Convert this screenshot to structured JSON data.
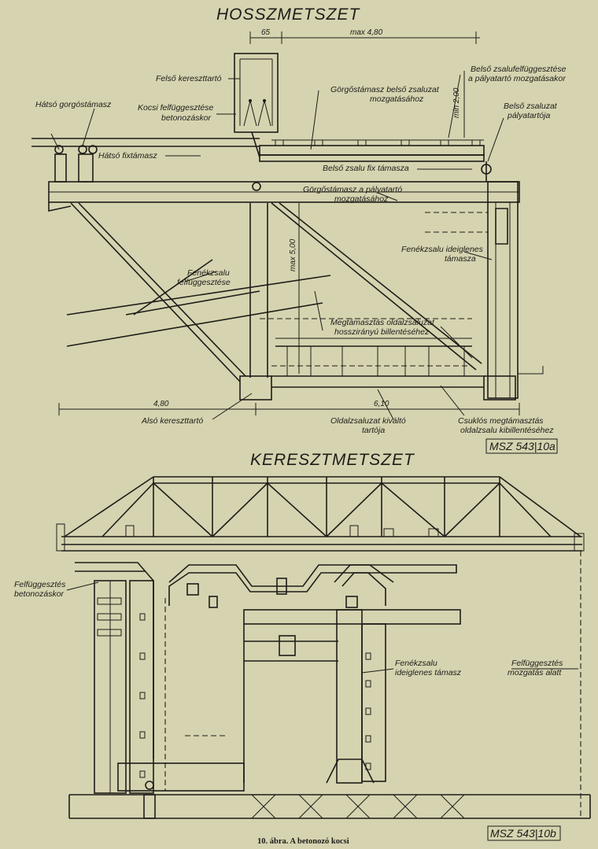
{
  "titles": {
    "longitudinal": "HOSSZMETSZET",
    "cross": "KERESZTMETSZET"
  },
  "dimensions": {
    "d65": "65",
    "max480": "max 4,80",
    "min200": "min 2,00",
    "max500": "max 5,00",
    "d480": "4,80",
    "d610": "6,10"
  },
  "labels_long": {
    "felso_kereszttarto": "Felső kereszttartó",
    "hatso_gorgostamasz": "Hátsó gorgóstámasz",
    "kocsi_felfuggesztese_1": "Kocsi felfüggesztése",
    "kocsi_felfuggesztese_2": "betonozáskor",
    "gorgos_belso_1": "Görgőstámasz belső zsaluzat",
    "gorgos_belso_2": "mozgatásához",
    "belso_zsalufelf_1": "Belső zsalufelfüggesztése",
    "belso_zsalufelf_2": "a pályatartó mozgatásakor",
    "belso_zsaluzat_1": "Belső zsaluzat",
    "belso_zsaluzat_2": "pályatartója",
    "hatso_fixtamasz": "Hátsó fixtámasz",
    "belso_zsalu_fix": "Belső zsalu fix támasza",
    "gorgos_palya_1": "Görgőstámasz a pályatartó",
    "gorgos_palya_2": "mozgatásához",
    "fenek_ideigl_1": "Fenékzsalu ideiglenes",
    "fenek_ideigl_2": "támasza",
    "fenek_felf_1": "Fenékzsalu",
    "fenek_felf_2": "felfüggesztése",
    "megtamasztas_1": "Megtámasztás oldalzsaluzat",
    "megtamasztas_2": "hosszirányú billentéséhez",
    "also_kereszttarto": "Alsó kereszttartó",
    "oldalzsaluzat_1": "Oldalzsaluzat kiváltó",
    "oldalzsaluzat_2": "tartója",
    "csuklos_1": "Csuklós megtámasztás",
    "csuklos_2": "oldalzsalu kibillentéséhez",
    "std_a": "MSZ 543|10a"
  },
  "labels_cross": {
    "felfuggesztes_1": "Felfüggesztés",
    "felfuggesztes_2": "betonozáskor",
    "fenek_ideigl_1": "Fenékzsalu",
    "fenek_ideigl_2": "ideiglenes támasz",
    "felf_mozg_1": "Felfüggesztés",
    "felf_mozg_2": "mozgatás alatt",
    "std_b": "MSZ 543|10b"
  },
  "caption": "10. ábra. A betonozó kocsi"
}
